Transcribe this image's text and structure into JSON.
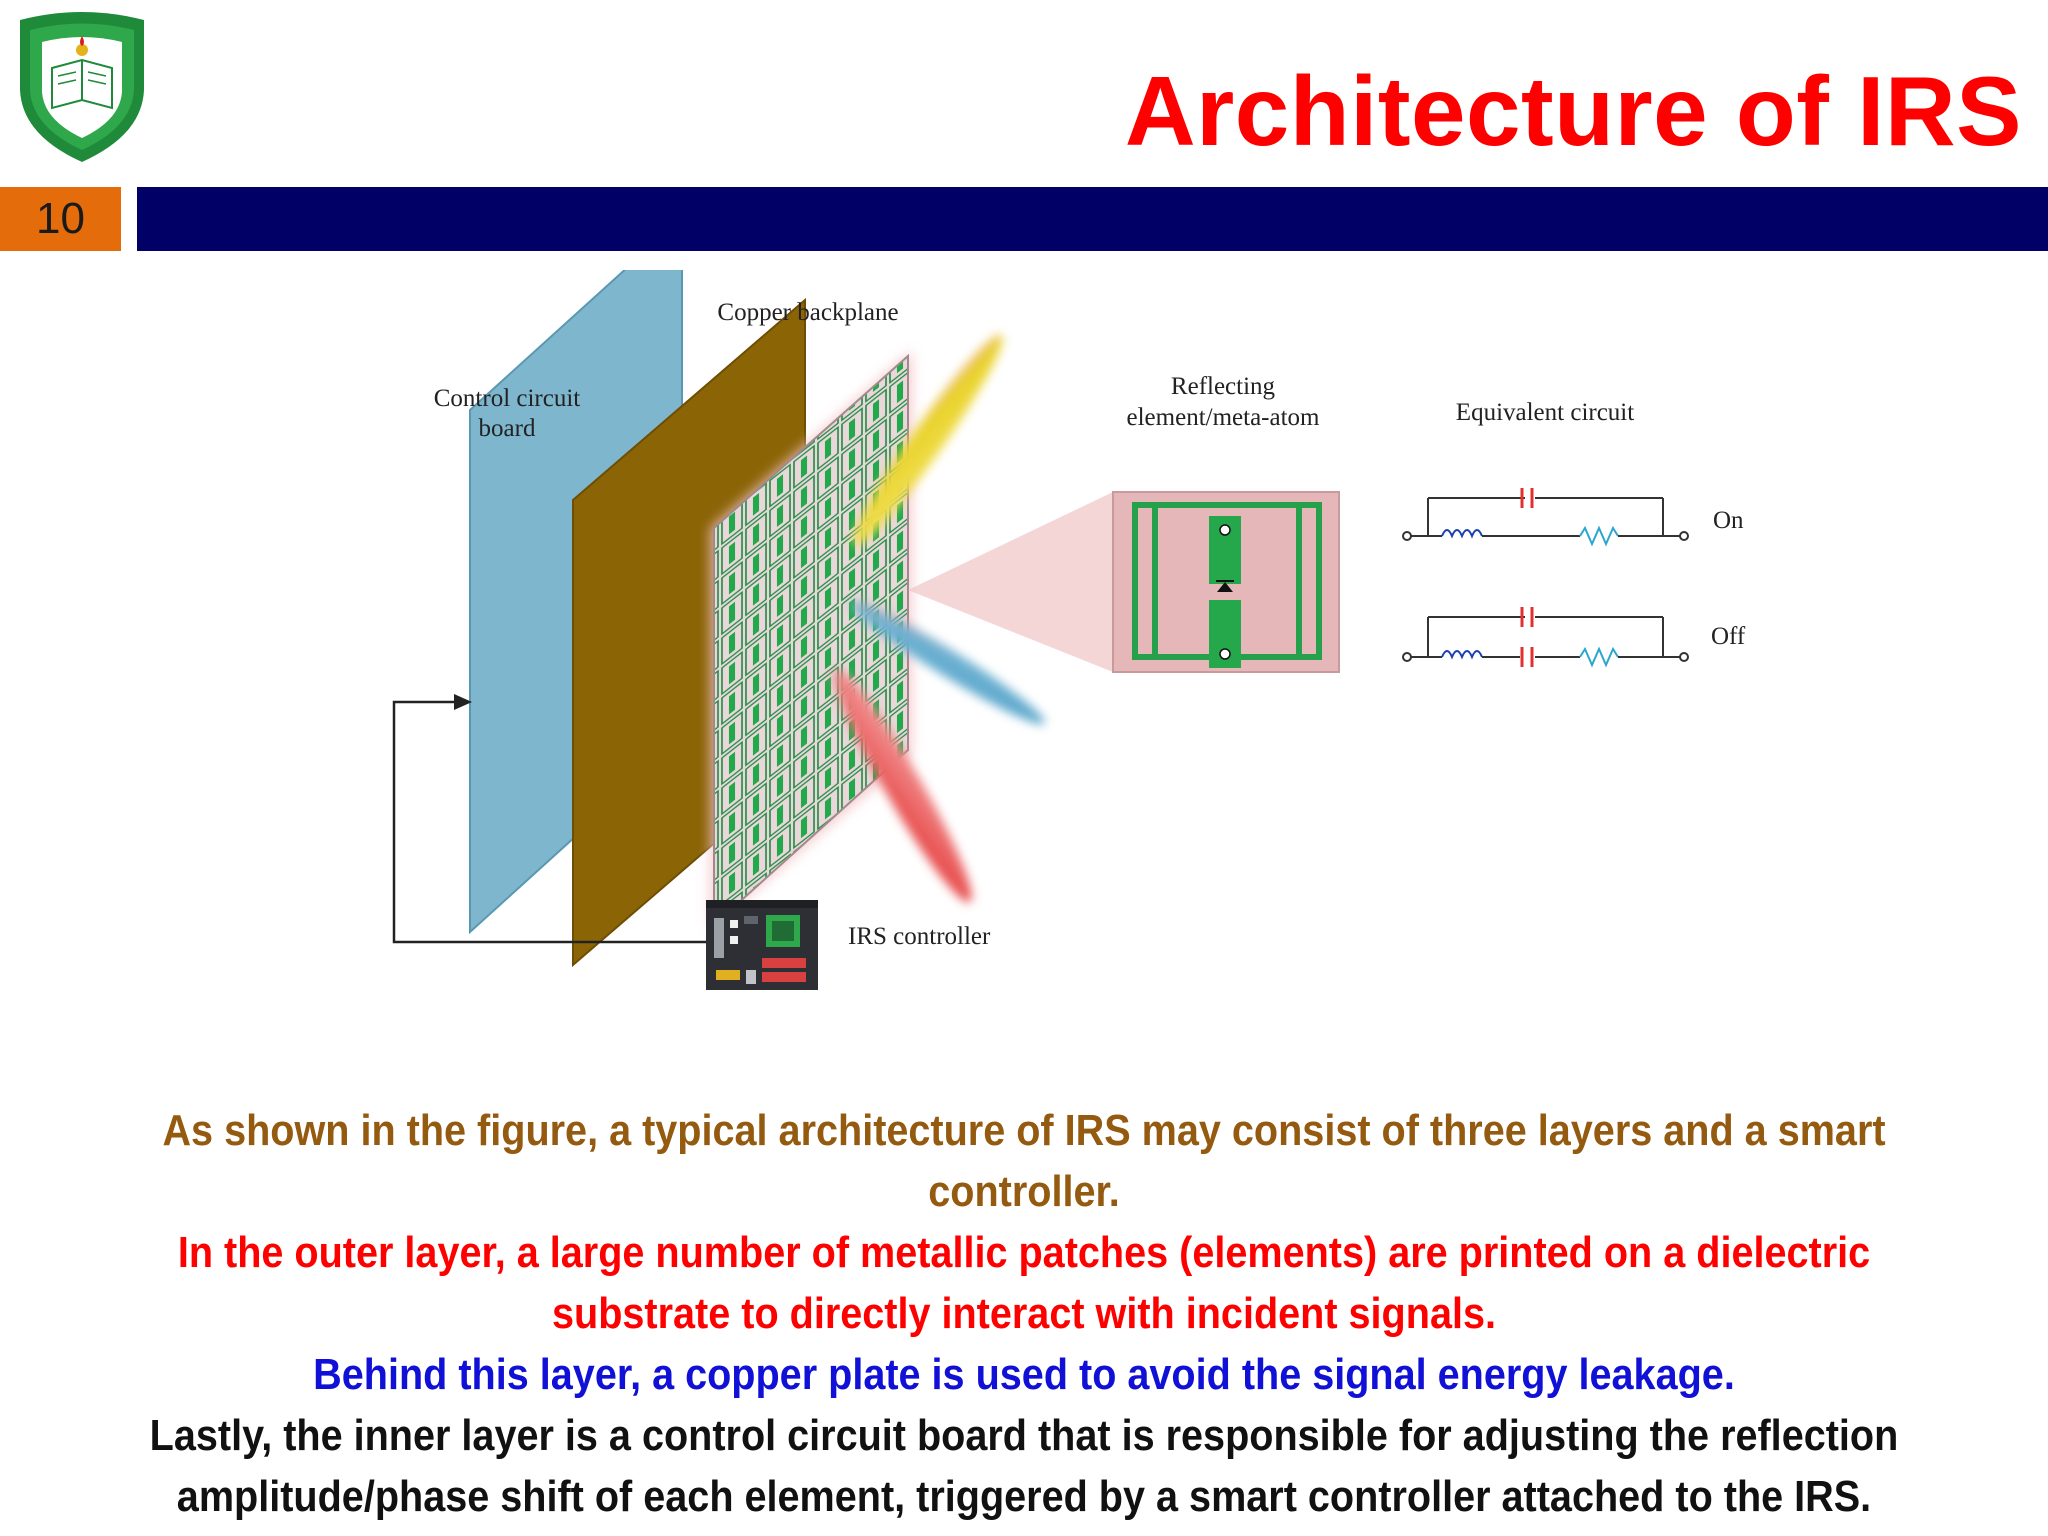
{
  "slide": {
    "title": "Architecture of IRS",
    "page_number": "10",
    "colors": {
      "title": "#ff0000",
      "header_bar": "#000066",
      "page_badge": "#e46c0a",
      "paragraph_1": "#945a0f",
      "paragraph_2": "#ff0000",
      "paragraph_3": "#1010d6",
      "paragraph_4": "#111111"
    }
  },
  "logo": {
    "icon": "university-shield-logo"
  },
  "figure": {
    "labels": {
      "copper_backplane": "Copper backplane",
      "control_board_line1": "Control circuit",
      "control_board_line2": "board",
      "element_line1": "Reflecting",
      "element_line2": "element/meta-atom",
      "equivalent_circuit": "Equivalent circuit",
      "state_on": "On",
      "state_off": "Off",
      "irs_controller": "IRS controller"
    }
  },
  "paragraphs": {
    "p1": "As shown in the figure, a typical architecture of IRS may consist of three layers and a smart controller.",
    "p2": "In the outer layer, a large number of metallic patches (elements) are printed on a dielectric substrate to directly interact with incident signals.",
    "p3": "Behind this layer, a copper plate is used to avoid the signal energy leakage.",
    "p4": "Lastly, the inner layer is a control circuit board that is responsible for adjusting the reflection amplitude/phase shift of each element, triggered by a smart controller attached to the IRS."
  }
}
